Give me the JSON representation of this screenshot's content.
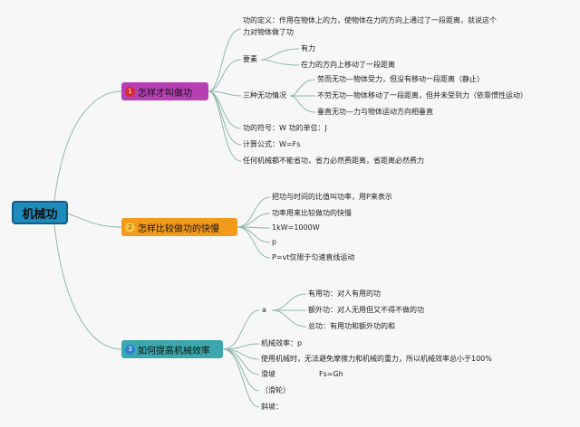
{
  "root": {
    "label": "机械功"
  },
  "branches": [
    {
      "number": "1",
      "label": "怎样才叫做功",
      "items": {
        "definition": "功的定义：作用在物体上的力，使物体在力的方向上通过了一段距离，就说这个",
        "definition_2": "力对物体做了功",
        "elements": "要素",
        "elements_1": "有力",
        "elements_2": "在力的方向上移动了一段距离",
        "no_work": "三种无功情况",
        "no_work_1": "劳而无功—物体受力，但没有移动一段距离（静止）",
        "no_work_2": "不劳无功—物体移动了一段距离，但并未受到力（依靠惯性运动）",
        "no_work_3": "垂直无功—力与物体运动方向相垂直",
        "symbol": "功的符号：W 功的单位：J",
        "formula": "计算公式：W=Fs",
        "saving": "任何机械都不能省功，省力必然费距离，省距离必然费力"
      }
    },
    {
      "number": "2",
      "label": "怎样比较做功的快慢",
      "items": {
        "p1": "把功与时间的比值叫功率，用P来表示",
        "p2": "功率用来比较做功的快慢",
        "p3": "1kW=1000W",
        "p4": "p",
        "p5": "P=vt仅限于匀速直线运动"
      }
    },
    {
      "number": "3",
      "label": "如何提高机械效率",
      "items": {
        "a": "a",
        "a1": "有用功：对人有用的功",
        "a2": "额外功：对人无用但又不得不做的功",
        "a3": "总功：有用功和额外功的和",
        "eff": "机械效率：p",
        "friction": "使用机械时，无法避免摩擦力和机械的重力，所以机械效率总小于100%",
        "incline": "滑坡",
        "incline_formula": "Fs=Gh",
        "pulley": "（滑轮）",
        "slope": "斜坡："
      }
    }
  ],
  "colors": {
    "root": "#1e8bbf",
    "branch1": "#b63fb4",
    "branch2": "#f39a1b",
    "branch3": "#3aa8ad",
    "line": "#8fb8ae"
  }
}
